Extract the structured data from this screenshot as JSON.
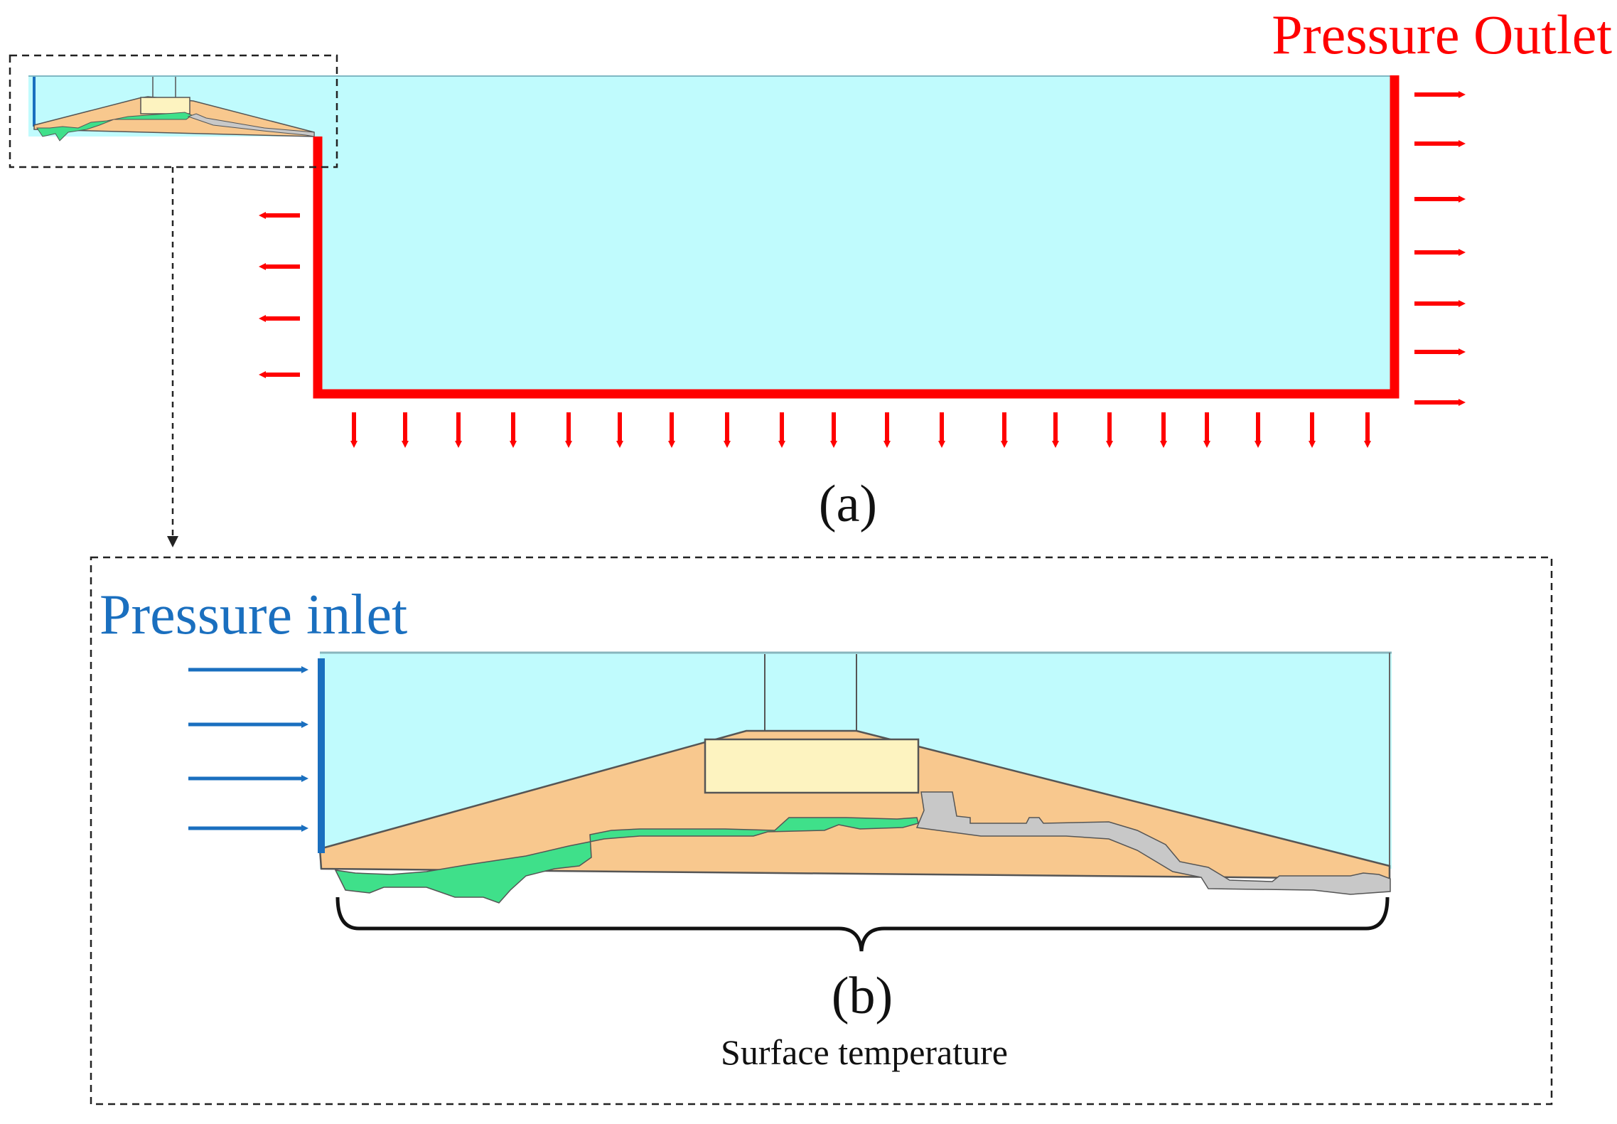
{
  "labels": {
    "pressure_outlet": "Pressure Outlet",
    "pressure_inlet": "Pressure inlet",
    "panel_a": "(a)",
    "panel_b": "(b)",
    "surface_temperature": "Surface temperature"
  },
  "colors": {
    "fluid": "#c0fbfd",
    "outlet": "#ff0000",
    "inlet": "#1a6fbf",
    "body": "#f8c88e",
    "core": "#fdf3c0",
    "green": "#3fe08a",
    "grey": "#c8c8c8",
    "outline": "#555555",
    "dash": "#222222"
  },
  "icons": {
    "outlet_arrow": "red-arrow-icon",
    "inlet_arrow": "blue-arrow-icon",
    "connector": "dashed-connector-arrow-icon",
    "brace": "curly-brace-icon"
  }
}
